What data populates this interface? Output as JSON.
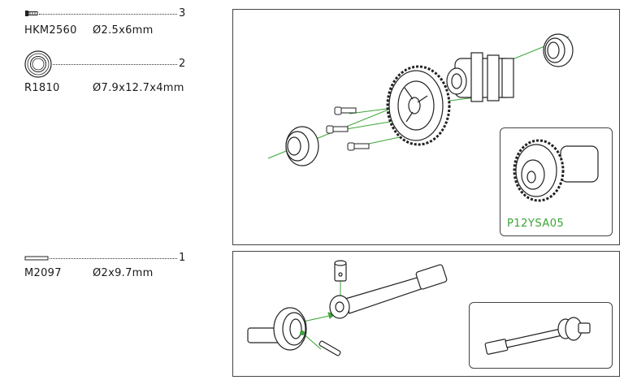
{
  "parts": [
    {
      "code": "HKM2560",
      "dimension": "Ø2.5x6mm",
      "quantity": "3",
      "icon": "screw-icon"
    },
    {
      "code": "R1810",
      "dimension": "Ø7.9x12.7x4mm",
      "quantity": "2",
      "icon": "bearing-icon"
    },
    {
      "code": "M2097",
      "dimension": "Ø2x9.7mm",
      "quantity": "1",
      "icon": "pin-icon"
    }
  ],
  "gear_assembly": {
    "inset_label": "P12YSA05"
  },
  "colors": {
    "accent_green": "#3aa535",
    "line": "#1a1a1a"
  }
}
